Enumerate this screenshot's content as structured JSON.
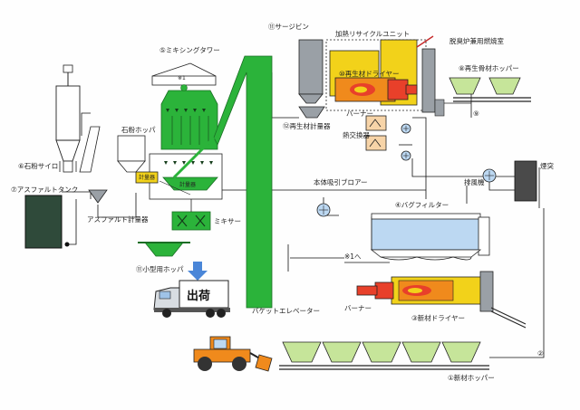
{
  "labels": {
    "surge_bin": "⑪サージビン",
    "heat_recycle_unit": "加熱リサイクルユニット",
    "deodorizer": "脱臭炉兼用燃焼室",
    "recycled_dryer": "⑩再生材ドライヤー",
    "recycled_hopper": "⑧再生骨材ホッパー",
    "num9": "⑨",
    "mixing_tower": "⑤ミキシングタワー",
    "note1": "※1",
    "stone_powder_hopper": "石粉ホッパ",
    "stone_powder_silo": "⑥石粉サイロ",
    "asphalt_tank": "⑦アスファルトタンク",
    "asphalt_scale": "アスファルト計量器",
    "scale_small": "計量器",
    "scale_main": "計量器",
    "mixer": "ミキサー",
    "recycled_scale": "⑫再生材計量器",
    "burner_top": "バーナー",
    "heat_exchanger": "熱交換器",
    "main_fan": "本体吸引ブロアー",
    "exhaust_fan": "排風機",
    "chimney": "煙突",
    "bag_filter": "④バグフィルター",
    "note1_to": "※1へ",
    "burner_bottom": "バーナー",
    "new_dryer": "③新材ドライヤー",
    "small_hopper": "⑪小型用ホッパ",
    "shipping": "出荷",
    "bucket_elevator": "バケットエレベーター",
    "num2": "②",
    "new_hopper": "①新材ホッパー"
  },
  "colors": {
    "green": "#2bb33a",
    "light_green": "#c6e59a",
    "gray": "#9aa0a6",
    "dark_gray": "#4a4a4a",
    "yellow": "#f2d21a",
    "orange": "#f08a1c",
    "red": "#e8402a",
    "blue": "#4a86d8",
    "light_blue": "#bcd8f2",
    "dark_green": "#2f4a3a"
  }
}
